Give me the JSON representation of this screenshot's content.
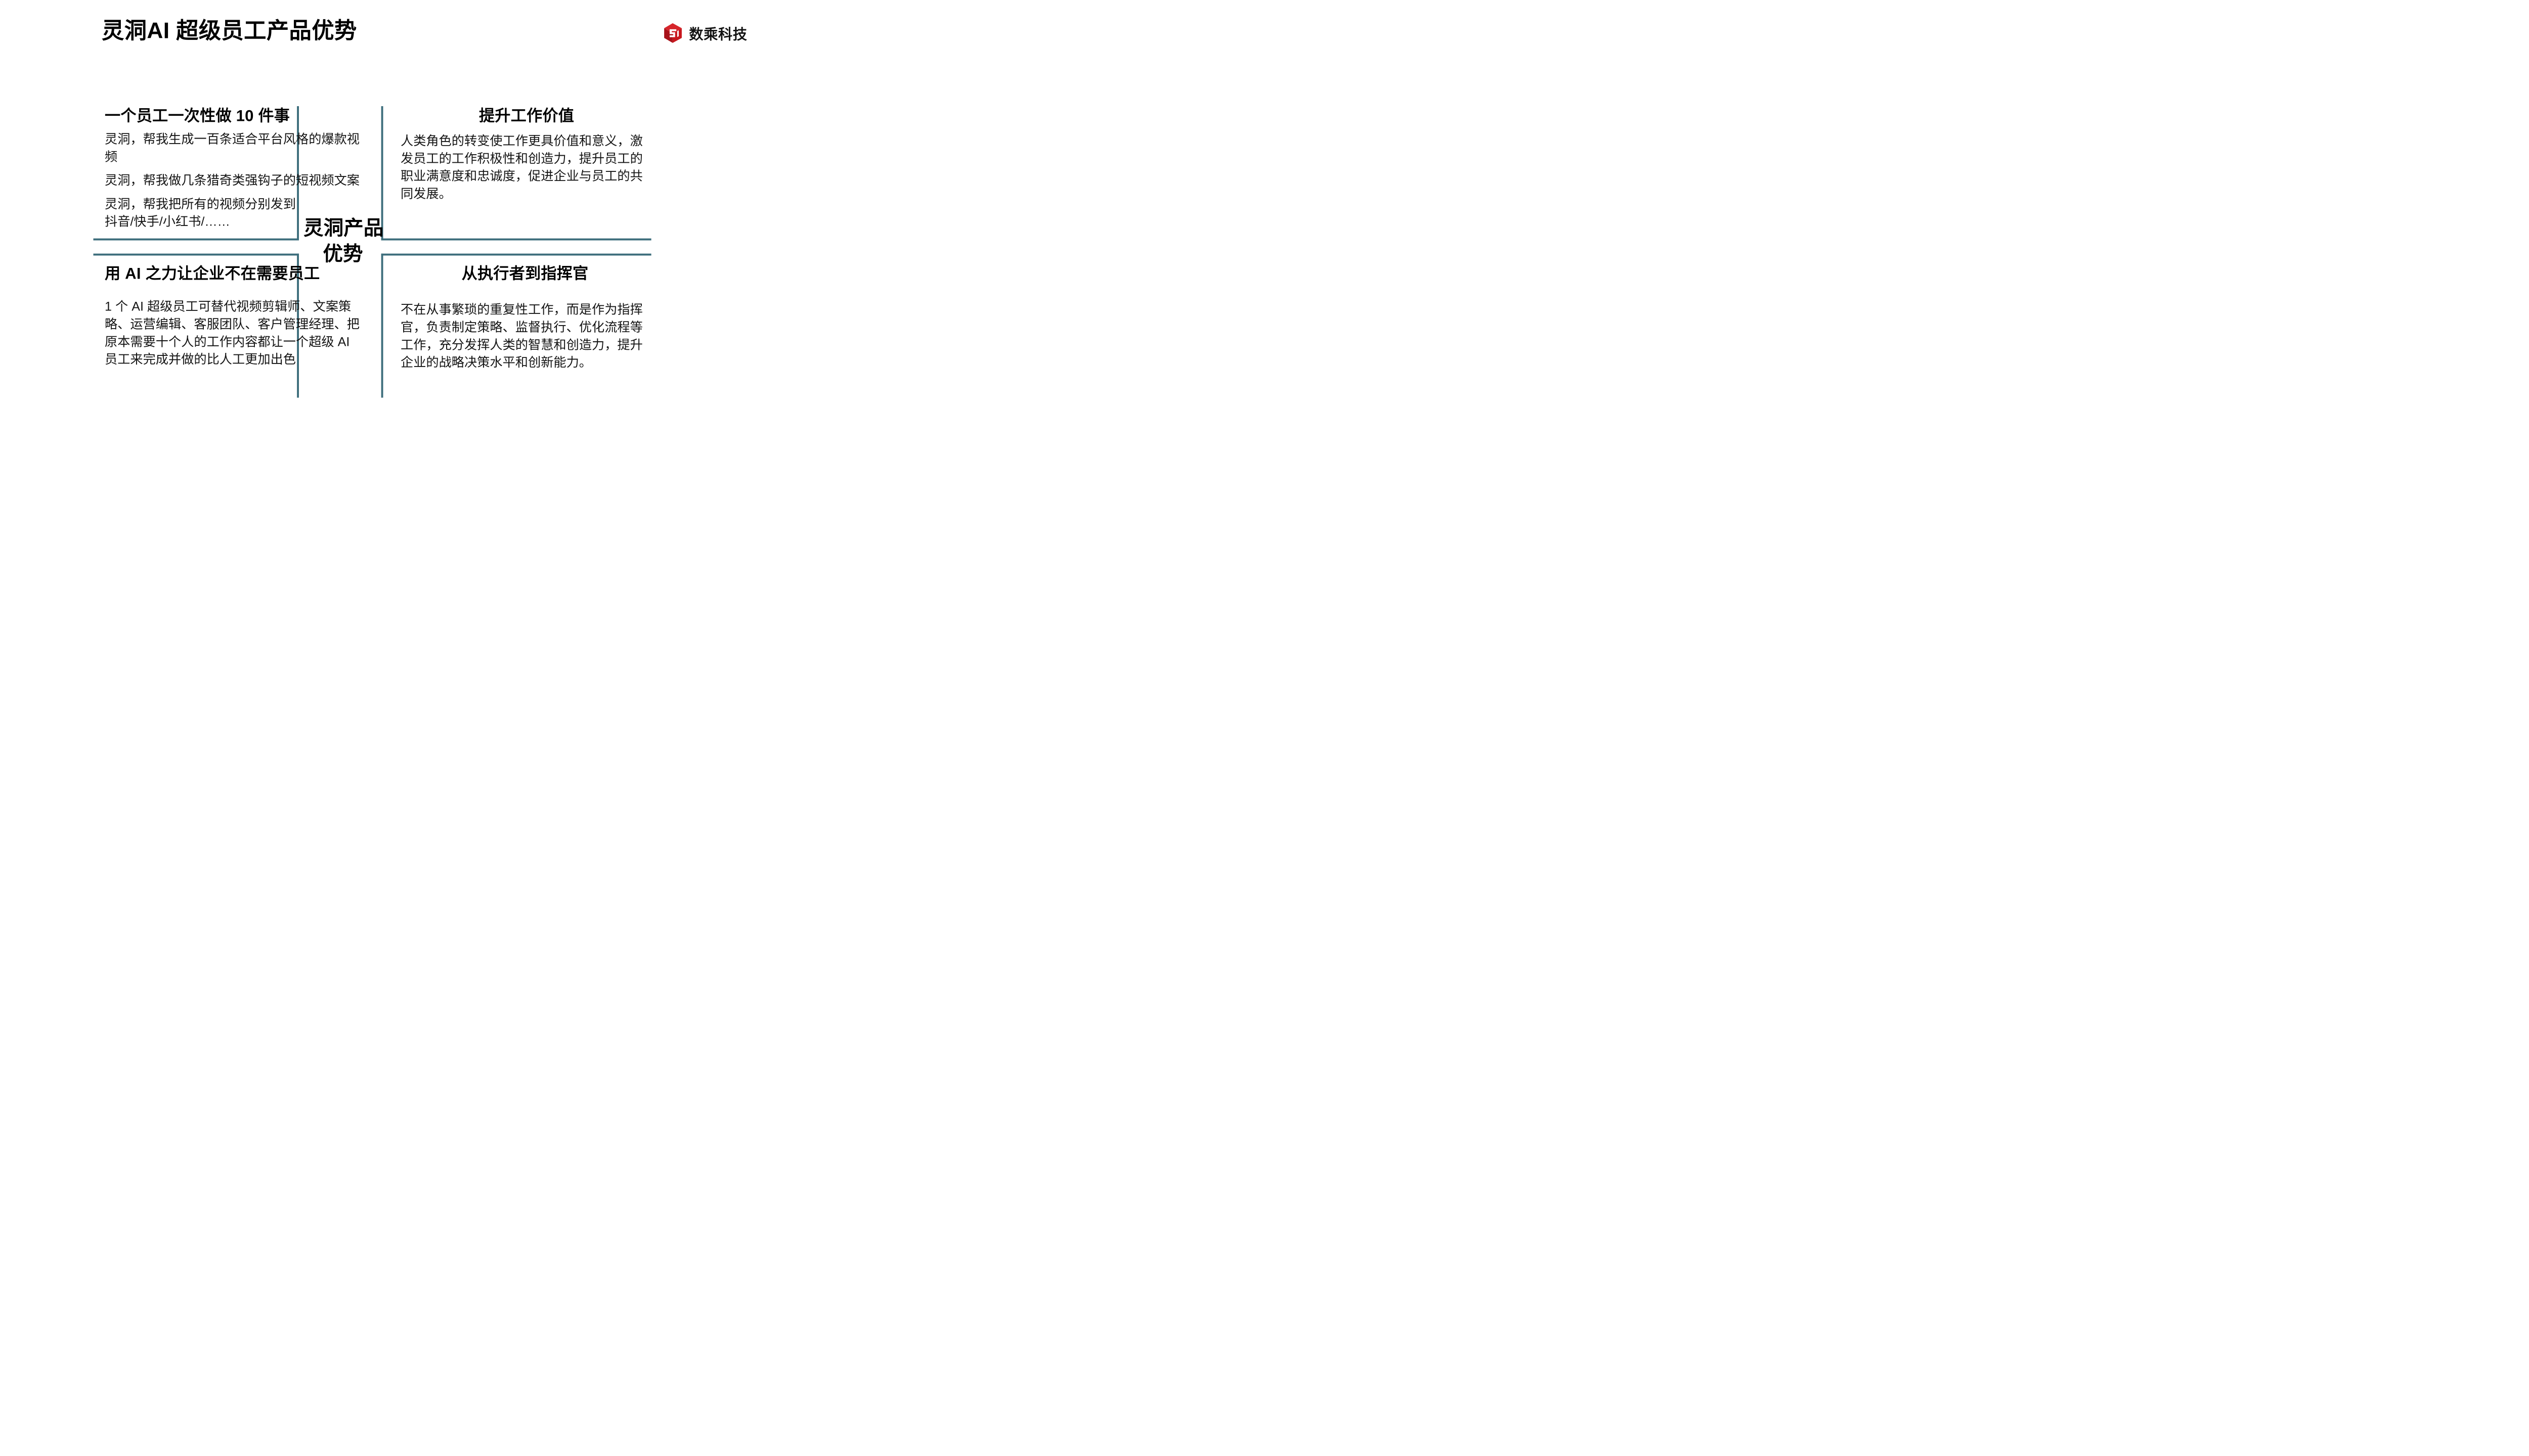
{
  "header": {
    "title": "灵洞AI 超级员工产品优势",
    "brand_name": "数乘科技",
    "brand_mark_icon": "cube-logo-icon"
  },
  "theme": {
    "accent_teal": "#3d6e7c",
    "brand_red": "#c8171d",
    "text_black": "#000000",
    "background": "#ffffff"
  },
  "center": {
    "line1": "灵洞产品",
    "line2": "优势"
  },
  "quadrants": {
    "top_left": {
      "heading": "一个员工一次性做 10 件事",
      "paragraphs": [
        "灵洞，帮我生成一百条适合平台风格的爆款视频",
        "灵洞，帮我做几条猎奇类强钩子的短视频文案",
        "灵洞，帮我把所有的视频分别发到抖音/快手/小红书/……"
      ]
    },
    "top_right": {
      "heading": "提升工作价值",
      "paragraphs": [
        "人类角色的转变使工作更具价值和意义，激发员工的工作积极性和创造力，提升员工的职业满意度和忠诚度，促进企业与员工的共同发展。"
      ]
    },
    "bottom_left": {
      "heading": "用 AI 之力让企业不在需要员工",
      "paragraphs": [
        "1 个 AI 超级员工可替代视频剪辑师、文案策略、运营编辑、客服团队、客户管理经理、把原本需要十个人的工作内容都让一个超级 AI 员工来完成并做的比人工更加出色"
      ]
    },
    "bottom_right": {
      "heading": "从执行者到指挥官",
      "paragraphs": [
        "不在从事繁琐的重复性工作，而是作为指挥官，负责制定策略、监督执行、优化流程等工作，充分发挥人类的智慧和创造力，提升企业的战略决策水平和创新能力。"
      ]
    }
  }
}
